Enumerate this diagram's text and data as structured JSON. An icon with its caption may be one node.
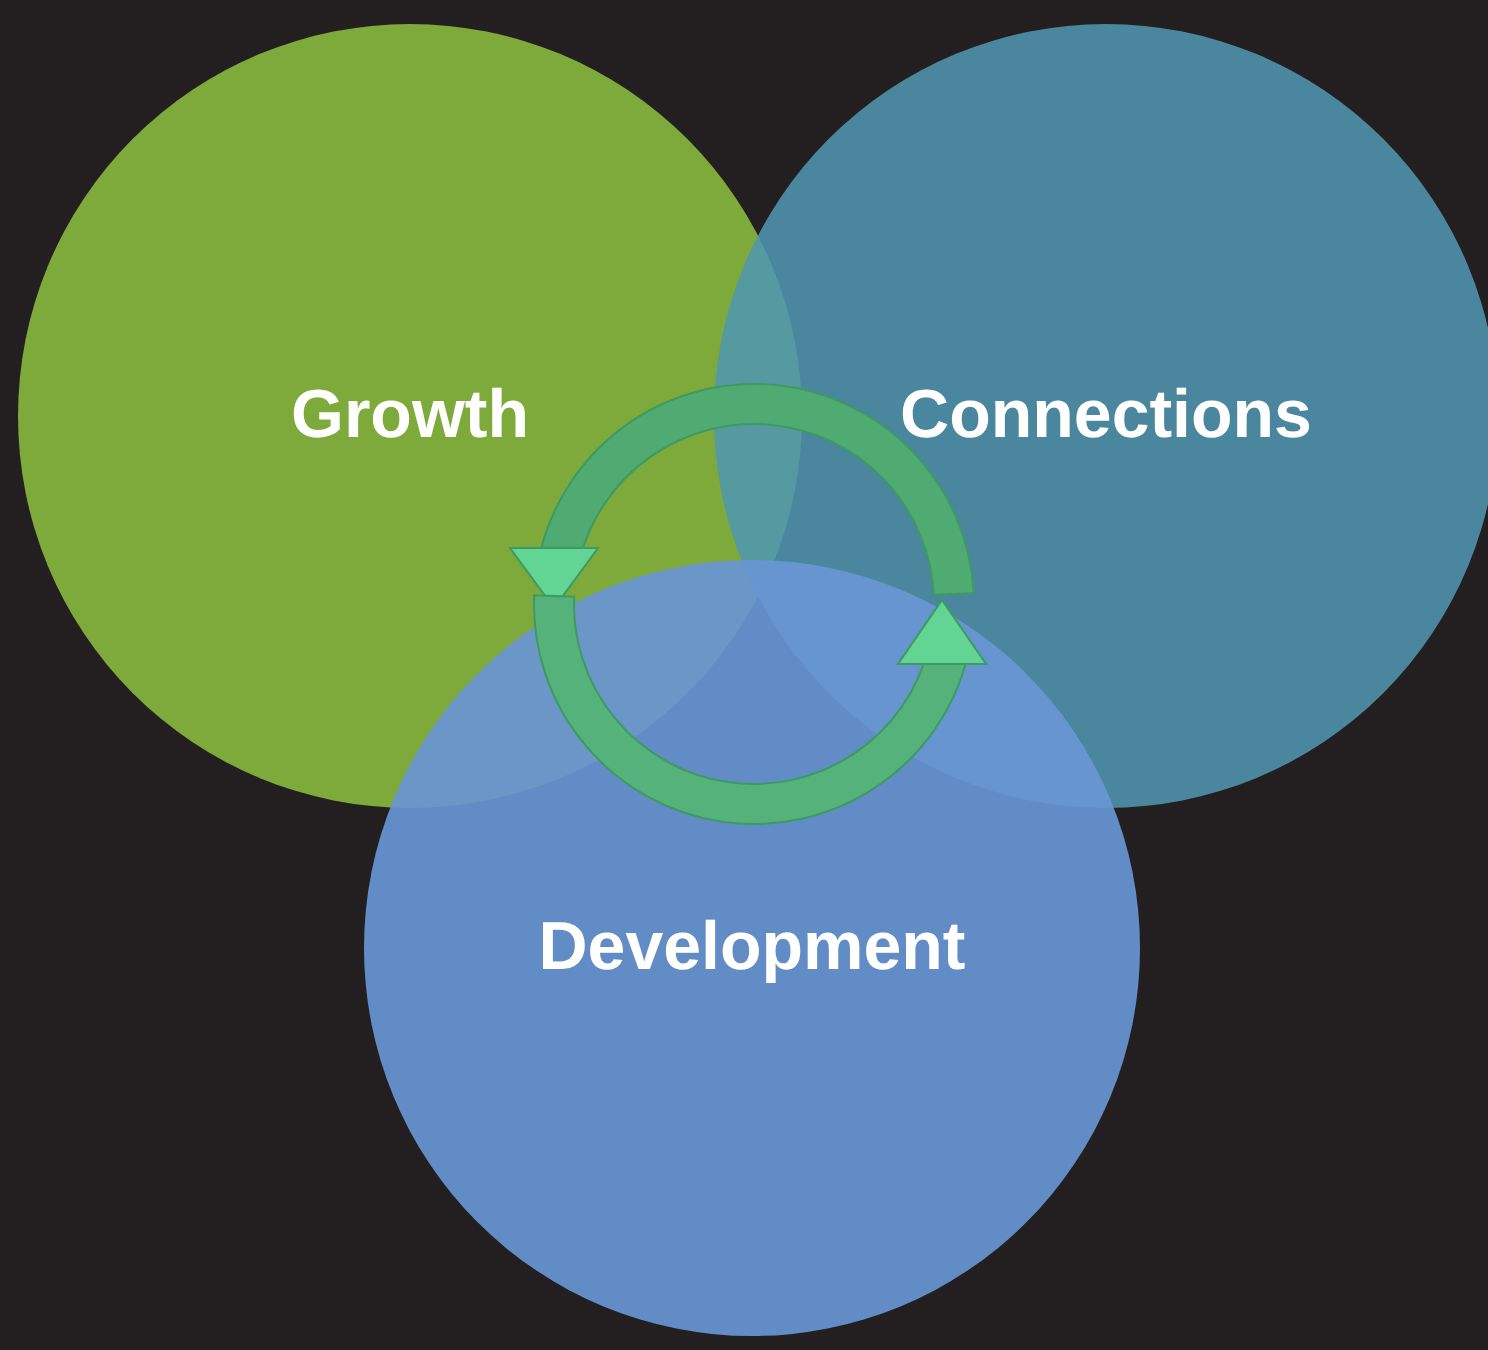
{
  "diagram": {
    "nodes": [
      {
        "text": [
          "Growth"
        ]
      },
      {
        "text": [
          "Connections"
        ]
      },
      {
        "text": [
          "Development"
        ]
      }
    ]
  }
}
